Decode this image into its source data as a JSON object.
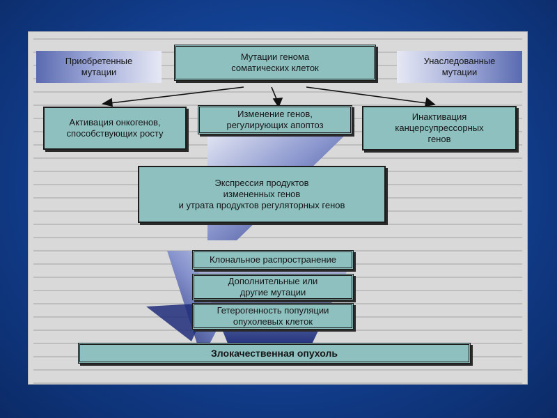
{
  "left_label": "Приобретенные\nмутации",
  "right_label": "Унаследованные\nмутации",
  "top_box": "Мутации генома\nсоматических клеток",
  "mid_left": "Активация онкогенов,\nспособствующих росту",
  "mid_center": "Изменение генов,\nрегулирующих апоптоз",
  "mid_right": "Инактивация\nканцерсупрессорных\nгенов",
  "expression": "Экспрессия продуктов\nизмененных генов\nи утрата продуктов   регуляторных генов",
  "clonal": "Клональное  распространение",
  "additional": "Дополнительные  или\nдругие мутации",
  "heterogeneity": "Гетерогенность популяции\nопухолевых клеток",
  "malignant": "Злокачественная опухоль",
  "colors": {
    "box_fill": "#8fc0c0",
    "arrow_dark": "#1e2d7a",
    "background_blue": "#123f8f"
  }
}
